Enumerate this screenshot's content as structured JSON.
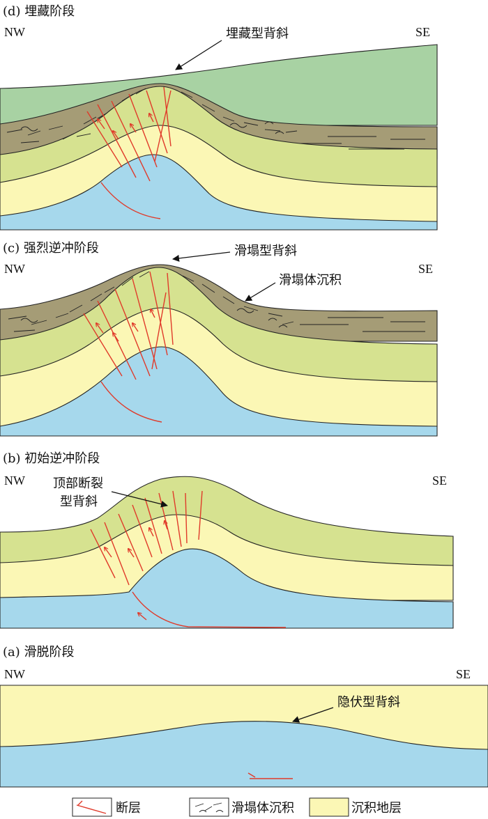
{
  "colors": {
    "blue": "#a6d8ec",
    "yellow": "#fbf7b5",
    "green_light": "#d6e290",
    "green_top": "#a8d2a3",
    "slump_fill": "#a59c76",
    "fault": "#e03a2a"
  },
  "panels": [
    {
      "id": "d",
      "title": "(d) 埋藏阶段",
      "nw": "NW",
      "se": "SE",
      "annotations": [
        "埋藏型背斜"
      ]
    },
    {
      "id": "c",
      "title": "(c) 强烈逆冲阶段",
      "nw": "NW",
      "se": "SE",
      "annotations": [
        "滑塌型背斜",
        "滑塌体沉积"
      ]
    },
    {
      "id": "b",
      "title": "(b) 初始逆冲阶段",
      "nw": "NW",
      "se": "SE",
      "annotations": [
        "顶部断裂",
        "型背斜"
      ]
    },
    {
      "id": "a",
      "title": "(a) 滑脱阶段",
      "nw": "NW",
      "se": "SE",
      "annotations": [
        "隐伏型背斜"
      ]
    }
  ],
  "legend": [
    {
      "label": "断层",
      "icon": "fault-icon"
    },
    {
      "label": "滑塌体沉积",
      "icon": "slump-deposit-icon"
    },
    {
      "label": "沉积地层",
      "icon": "sediment-layer-icon"
    }
  ]
}
